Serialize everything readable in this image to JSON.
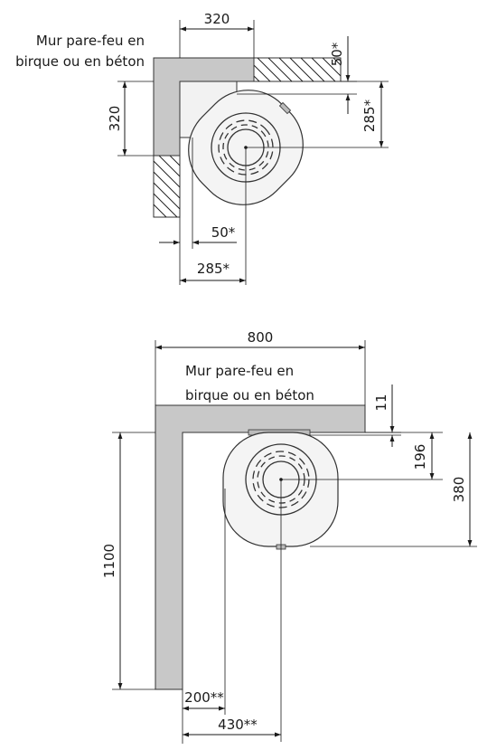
{
  "diagram_top": {
    "wall_label_line1": "Mur pare-feu en",
    "wall_label_line2": "birque ou en béton",
    "dim_width": "320",
    "dim_height": "320",
    "dim_top_gap": "50*",
    "dim_top_center": "285*",
    "dim_left_gap": "50*",
    "dim_left_center": "285*"
  },
  "diagram_bottom": {
    "wall_label_line1": "Mur pare-feu en",
    "wall_label_line2": "birque ou en béton",
    "dim_width": "800",
    "dim_height": "1100",
    "dim_top_gap": "11",
    "dim_center_y": "196",
    "dim_depth": "380",
    "dim_left_gap": "200**",
    "dim_center_x": "430**"
  },
  "colors": {
    "wall_fill": "#c8c8c8",
    "stove_fill": "#f4f4f4",
    "line": "#1a1a1a"
  }
}
